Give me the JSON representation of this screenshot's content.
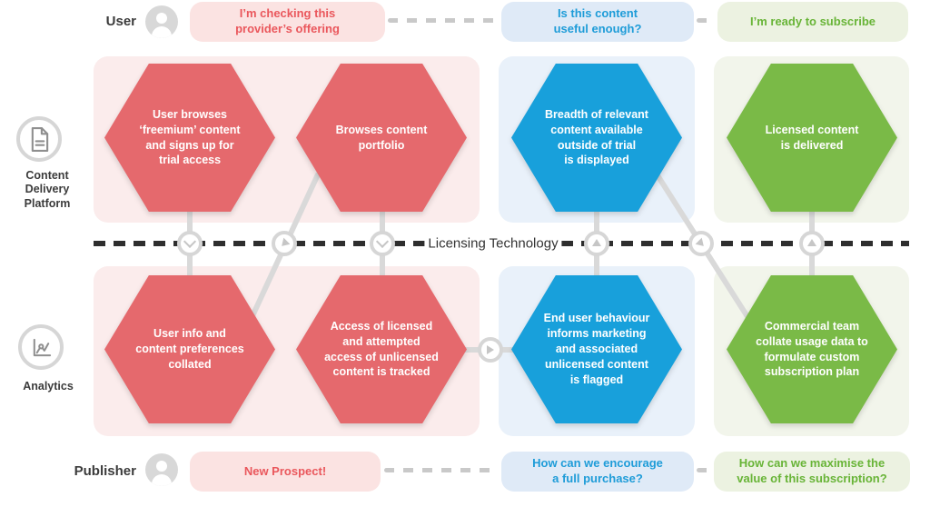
{
  "palette": {
    "red": "#E5696D",
    "red_panel": "#FBECEC",
    "red_bubble": "#FBE3E2",
    "red_text": "#EA575C",
    "blue": "#18A0DB",
    "blue_panel": "#E9F1FA",
    "blue_bubble": "#DFEAF7",
    "blue_text": "#1E9CD8",
    "green": "#7ABA47",
    "green_panel": "#F2F5EB",
    "green_bubble": "#ECF2E1",
    "green_text": "#68B437",
    "connector": "#D9D9D9",
    "node_ring": "#D6D6D6",
    "node_glyph": "#C6C6C6",
    "divider_dash": "#2E2E2E",
    "bubble_dash": "#C9C9C9",
    "text_dark": "#3B3B3B",
    "avatar": "#D8D8D8",
    "icon_stroke": "#8F8F8F",
    "icon_ring": "#D6D6D6"
  },
  "lanes": {
    "user": "User",
    "content_delivery_platform": "Content\nDelivery\nPlatform",
    "analytics": "Analytics",
    "publisher": "Publisher"
  },
  "divider_label": "Licensing Technology",
  "user_thoughts": [
    {
      "tone": "red",
      "text": "I’m checking this\nprovider’s offering"
    },
    {
      "tone": "blue",
      "text": "Is this content\nuseful enough?"
    },
    {
      "tone": "green",
      "text": "I’m ready to subscribe"
    }
  ],
  "publisher_thoughts": [
    {
      "tone": "red",
      "text": "New Prospect!"
    },
    {
      "tone": "blue",
      "text": "How can we encourage\na full purchase?"
    },
    {
      "tone": "green",
      "text": "How can we maximise the\nvalue of this subscription?"
    }
  ],
  "platform_stages": [
    {
      "tone": "red",
      "text": "User browses\n‘freemium’ content\nand signs up for\ntrial access"
    },
    {
      "tone": "red",
      "text": "Browses content\nportfolio"
    },
    {
      "tone": "blue",
      "text": "Breadth of relevant\ncontent available\noutside of trial\nis displayed"
    },
    {
      "tone": "green",
      "text": "Licensed content\nis delivered"
    }
  ],
  "analytics_stages": [
    {
      "tone": "red",
      "text": "User info and\ncontent preferences\ncollated"
    },
    {
      "tone": "red",
      "text": "Access of licensed\nand attempted\naccess of unlicensed\ncontent is tracked"
    },
    {
      "tone": "blue",
      "text": "End user behaviour\ninforms marketing\nand associated\nunlicensed content\nis flagged"
    },
    {
      "tone": "green",
      "text": "Commercial team\ncollate usage data to\nformulate custom\nsubscription plan"
    }
  ],
  "icons": {
    "user": "person-icon",
    "publisher": "person-icon",
    "content_delivery_platform": "document-icon",
    "analytics": "line-chart-icon",
    "flow_nodes": [
      "chevron-down",
      "triangle-down-left",
      "chevron-down",
      "triangle-up",
      "triangle-down-right",
      "triangle-up",
      "triangle-right"
    ]
  }
}
